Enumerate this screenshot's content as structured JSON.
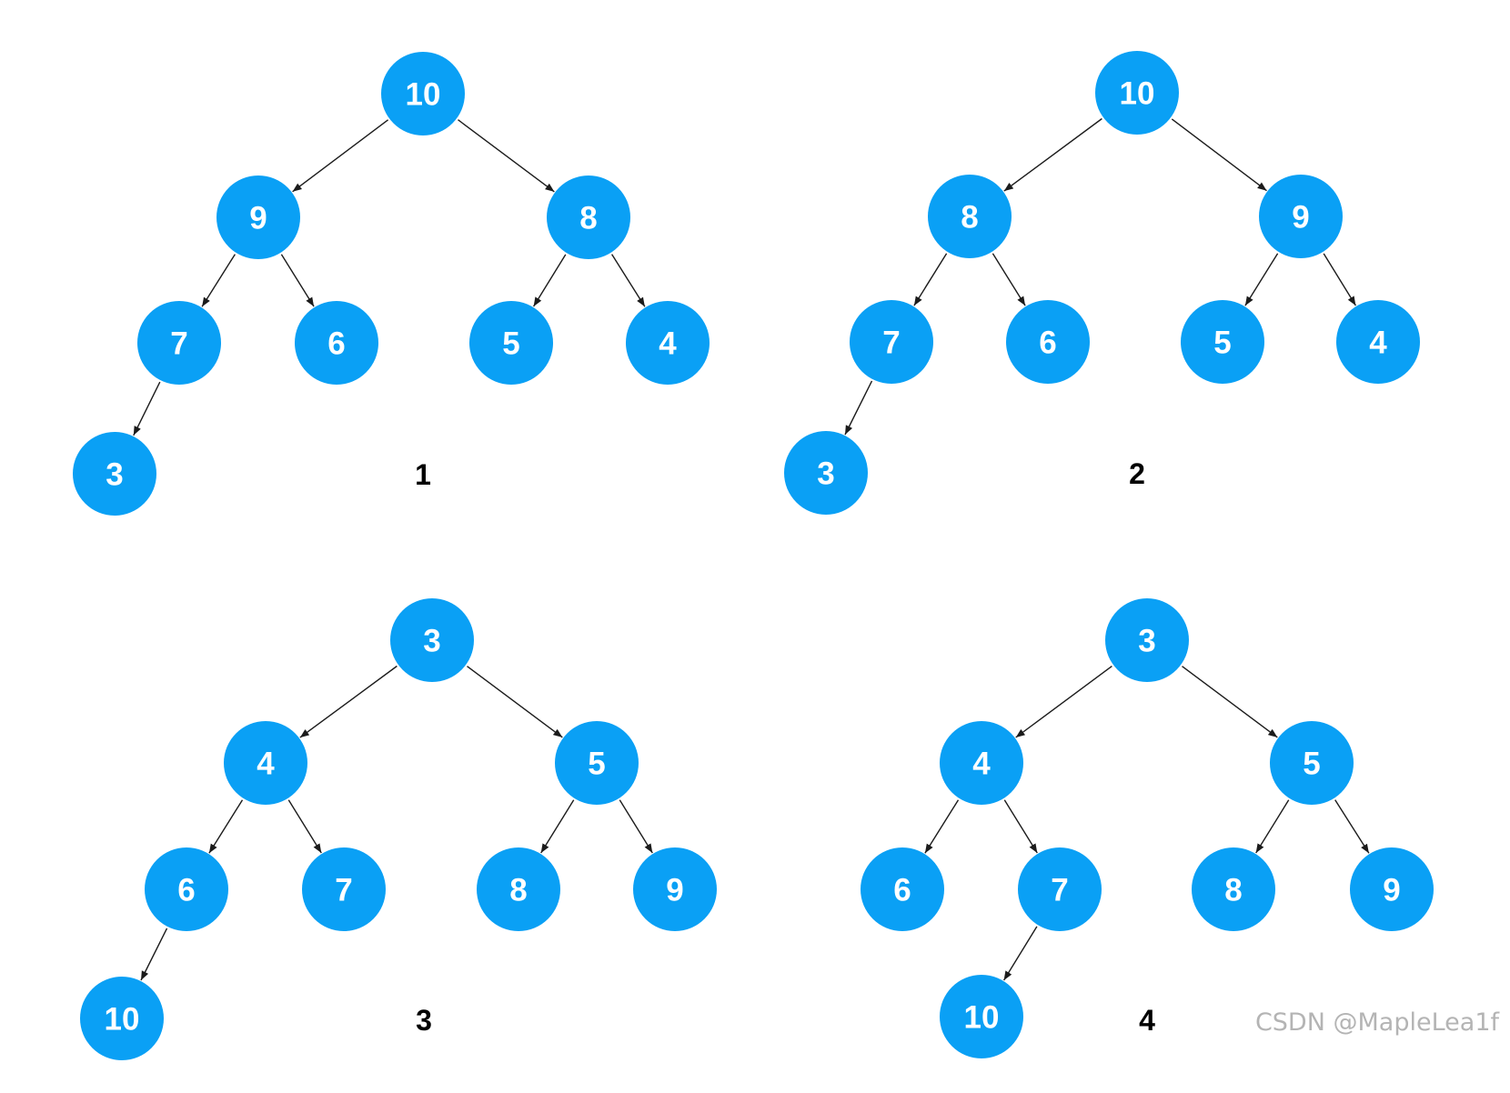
{
  "colors": {
    "node_fill": "#0aa0f5",
    "node_text": "#ffffff",
    "edge": "#1b1b1b",
    "caption": "#000000",
    "watermark": "#b4b4b4"
  },
  "trees": [
    {
      "caption": "1",
      "nodes": [
        "10",
        "9",
        "8",
        "7",
        "6",
        "5",
        "4",
        "3"
      ],
      "edges": [
        [
          0,
          1
        ],
        [
          0,
          2
        ],
        [
          1,
          3
        ],
        [
          1,
          4
        ],
        [
          2,
          5
        ],
        [
          2,
          6
        ],
        [
          3,
          7
        ]
      ]
    },
    {
      "caption": "2",
      "nodes": [
        "10",
        "8",
        "9",
        "7",
        "6",
        "5",
        "4",
        "3"
      ],
      "edges": [
        [
          0,
          1
        ],
        [
          0,
          2
        ],
        [
          1,
          3
        ],
        [
          1,
          4
        ],
        [
          2,
          5
        ],
        [
          2,
          6
        ],
        [
          3,
          7
        ]
      ]
    },
    {
      "caption": "3",
      "nodes": [
        "3",
        "4",
        "5",
        "6",
        "7",
        "8",
        "9",
        "10"
      ],
      "edges": [
        [
          0,
          1
        ],
        [
          0,
          2
        ],
        [
          1,
          3
        ],
        [
          1,
          4
        ],
        [
          2,
          5
        ],
        [
          2,
          6
        ],
        [
          3,
          7
        ]
      ]
    },
    {
      "caption": "4",
      "nodes": [
        "3",
        "4",
        "5",
        "6",
        "7",
        "8",
        "9",
        "10"
      ],
      "edges": [
        [
          0,
          1
        ],
        [
          0,
          2
        ],
        [
          1,
          3
        ],
        [
          1,
          4
        ],
        [
          2,
          5
        ],
        [
          2,
          6
        ],
        [
          4,
          7
        ]
      ]
    }
  ],
  "watermark": "CSDN @MapleLea1f"
}
